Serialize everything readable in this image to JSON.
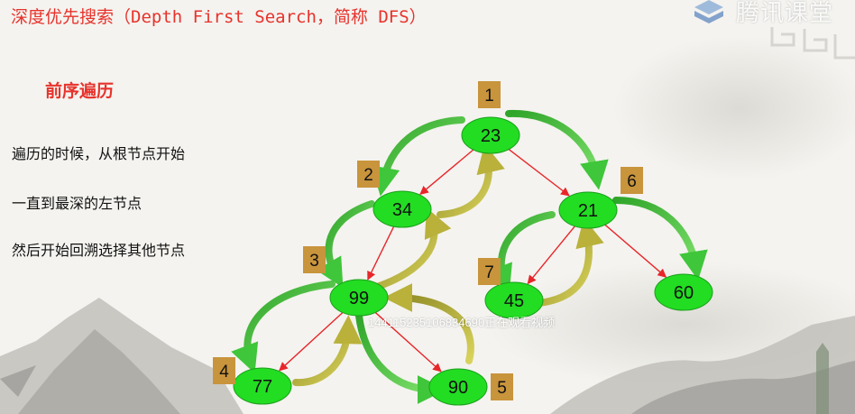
{
  "slide": {
    "title": "深度优先搜索（Depth First Search，简称 DFS）",
    "section_title": "前序遍历",
    "lines": [
      "遍历的时候，从根节点开始",
      "一直到最深的左节点",
      "然后开始回溯选择其他节点"
    ]
  },
  "overlay": {
    "watermark": "144115235106834690正在观看视频",
    "logo_text": "腾讯课堂"
  },
  "tree": {
    "nodes": [
      {
        "id": "n23",
        "label": "23"
      },
      {
        "id": "n34",
        "label": "34"
      },
      {
        "id": "n21",
        "label": "21"
      },
      {
        "id": "n99",
        "label": "99"
      },
      {
        "id": "n45",
        "label": "45"
      },
      {
        "id": "n60",
        "label": "60"
      },
      {
        "id": "n77",
        "label": "77"
      },
      {
        "id": "n90",
        "label": "90"
      }
    ],
    "edges": [
      [
        "n23",
        "n34"
      ],
      [
        "n23",
        "n21"
      ],
      [
        "n34",
        "n99"
      ],
      [
        "n21",
        "n45"
      ],
      [
        "n21",
        "n60"
      ],
      [
        "n99",
        "n77"
      ],
      [
        "n99",
        "n90"
      ]
    ],
    "order_labels": [
      {
        "node": "n23",
        "order": "1"
      },
      {
        "node": "n34",
        "order": "2"
      },
      {
        "node": "n99",
        "order": "3"
      },
      {
        "node": "n77",
        "order": "4"
      },
      {
        "node": "n90",
        "order": "5"
      },
      {
        "node": "n21",
        "order": "6"
      },
      {
        "node": "n45",
        "order": "7"
      }
    ]
  },
  "colors": {
    "title_red": "#e8322c",
    "node_fill": "#22dd22",
    "edge_red": "#e8262a",
    "badge_brown": "#c8943c",
    "arrow_green": "#3fc63a",
    "arrow_olive": "#b9b13a"
  }
}
